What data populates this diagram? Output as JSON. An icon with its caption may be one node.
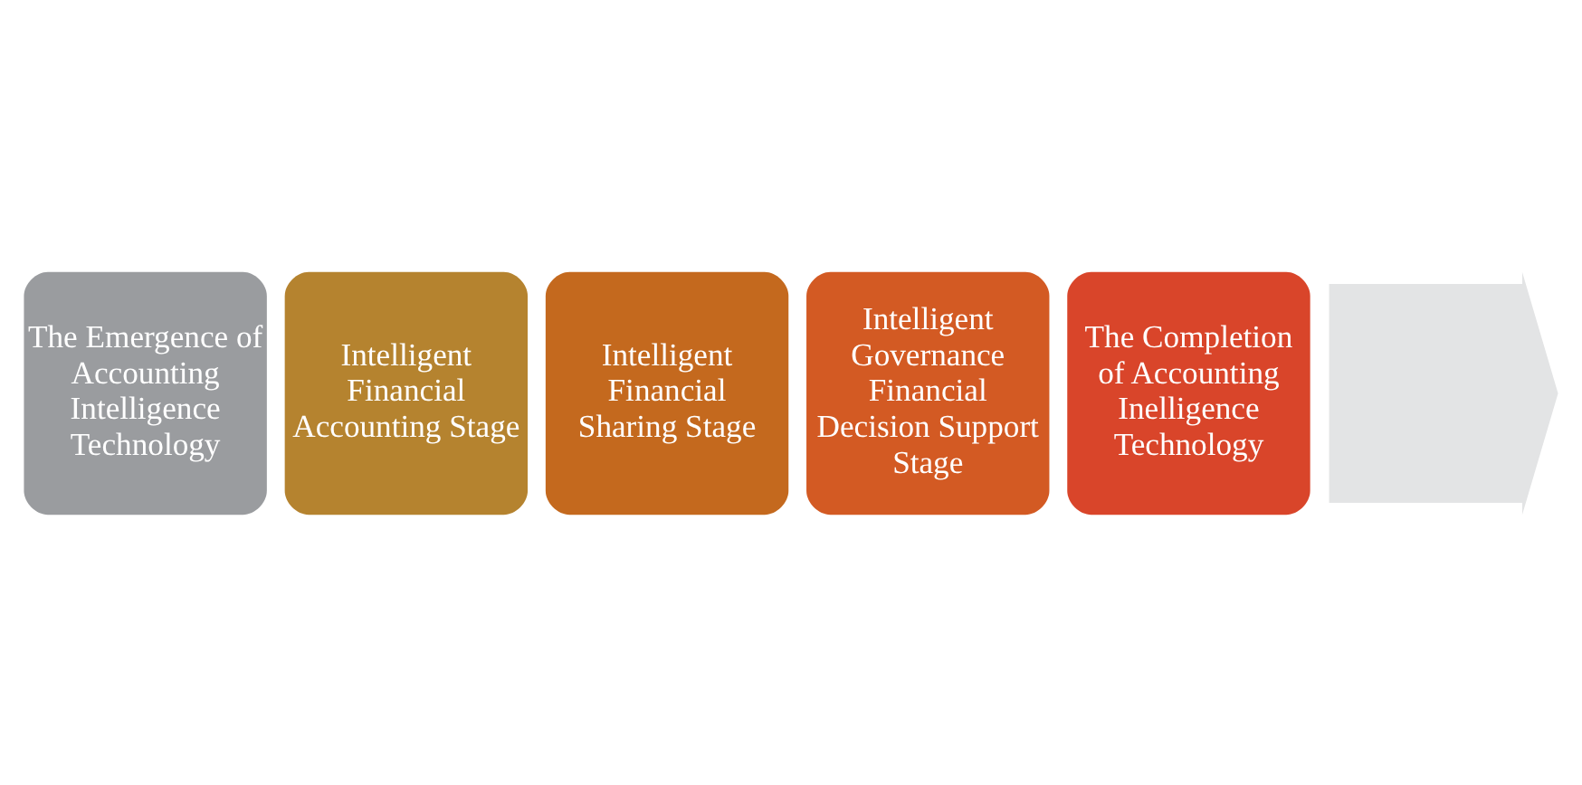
{
  "diagram": {
    "nodes": [
      {
        "text": [
          "The Emergence of Accounting Intelligence Technology"
        ]
      },
      {
        "text": [
          "Intelligent Financial Accounting Stage"
        ]
      },
      {
        "text": [
          "Intelligent Financial Sharing Stage"
        ]
      },
      {
        "text": [
          "Intelligent Governance Financial Decision Support Stage"
        ]
      },
      {
        "text": [
          "The Completion of Accounting Inelligence Technology"
        ]
      },
      {
        "text": [],
        "shape": "arrow"
      }
    ]
  }
}
